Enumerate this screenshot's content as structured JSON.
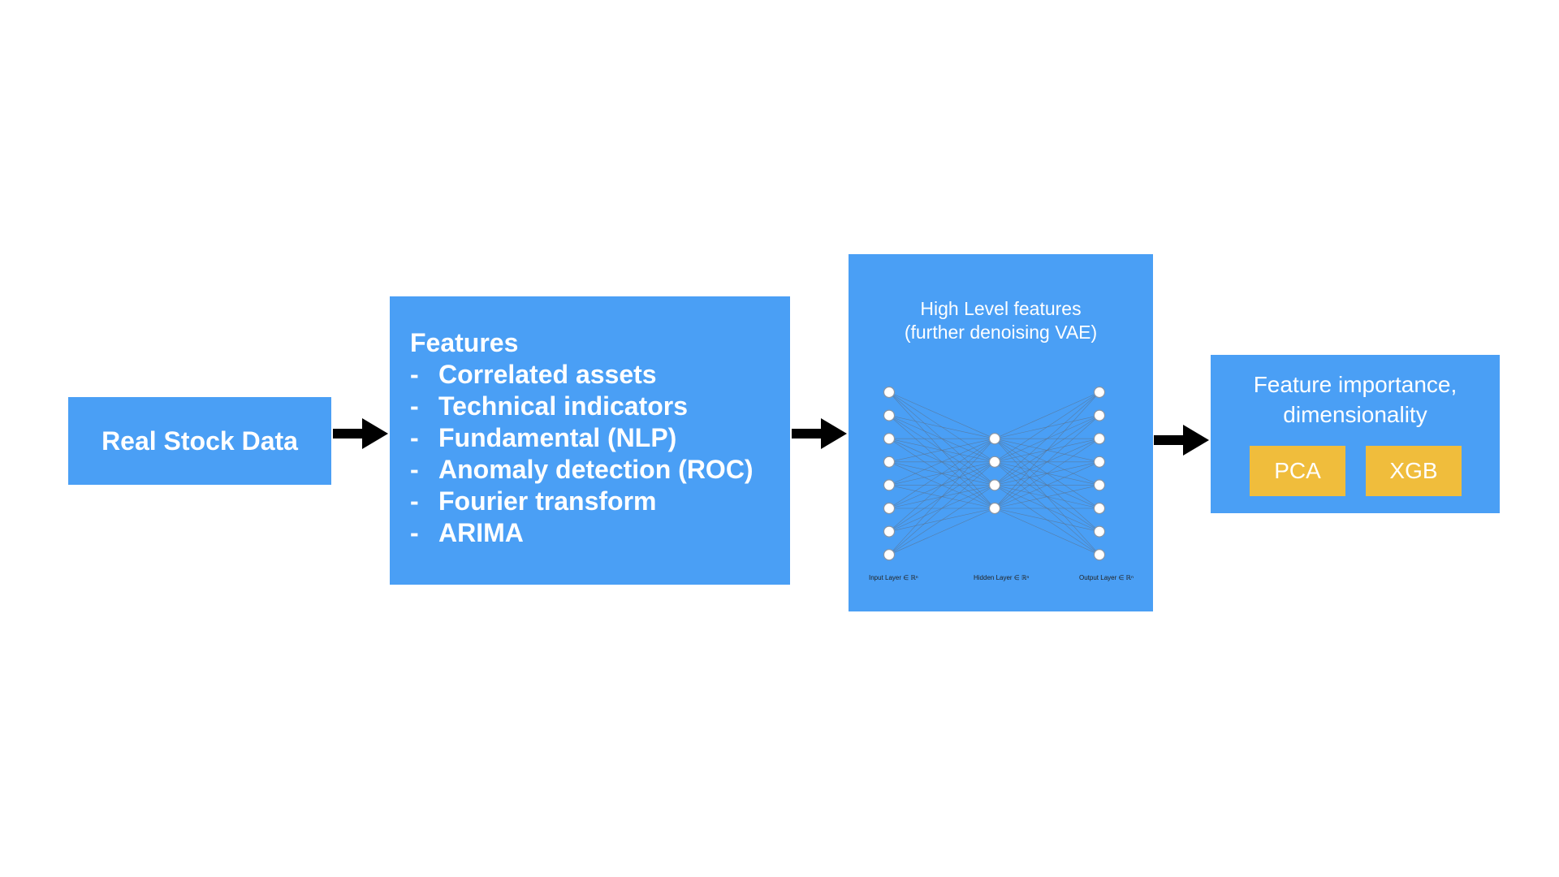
{
  "nodes": {
    "real_stock": {
      "label": "Real Stock Data"
    },
    "features": {
      "title": "Features",
      "items": [
        "Correlated assets",
        "Technical indicators",
        "Fundamental (NLP)",
        "Anomaly detection (ROC)",
        "Fourier transform",
        "ARIMA"
      ],
      "bullet": "-"
    },
    "vae": {
      "title_line1": "High Level features",
      "title_line2": "(further denoising VAE)",
      "input_label": "Input Layer ∈ ℝⁿ",
      "hidden_label": "Hidden Layer ∈ ℝⁿ",
      "output_label": "Output Layer ∈ ℝⁿ",
      "input_nodes": 8,
      "hidden_nodes": 4,
      "output_nodes": 8
    },
    "importance": {
      "title_line1": "Feature importance,",
      "title_line2": "dimensionality",
      "chips": [
        "PCA",
        "XGB"
      ]
    }
  },
  "colors": {
    "box": "#4a9ff5",
    "chip": "#f0bd3c",
    "arrow": "#000000",
    "text": "#ffffff"
  }
}
